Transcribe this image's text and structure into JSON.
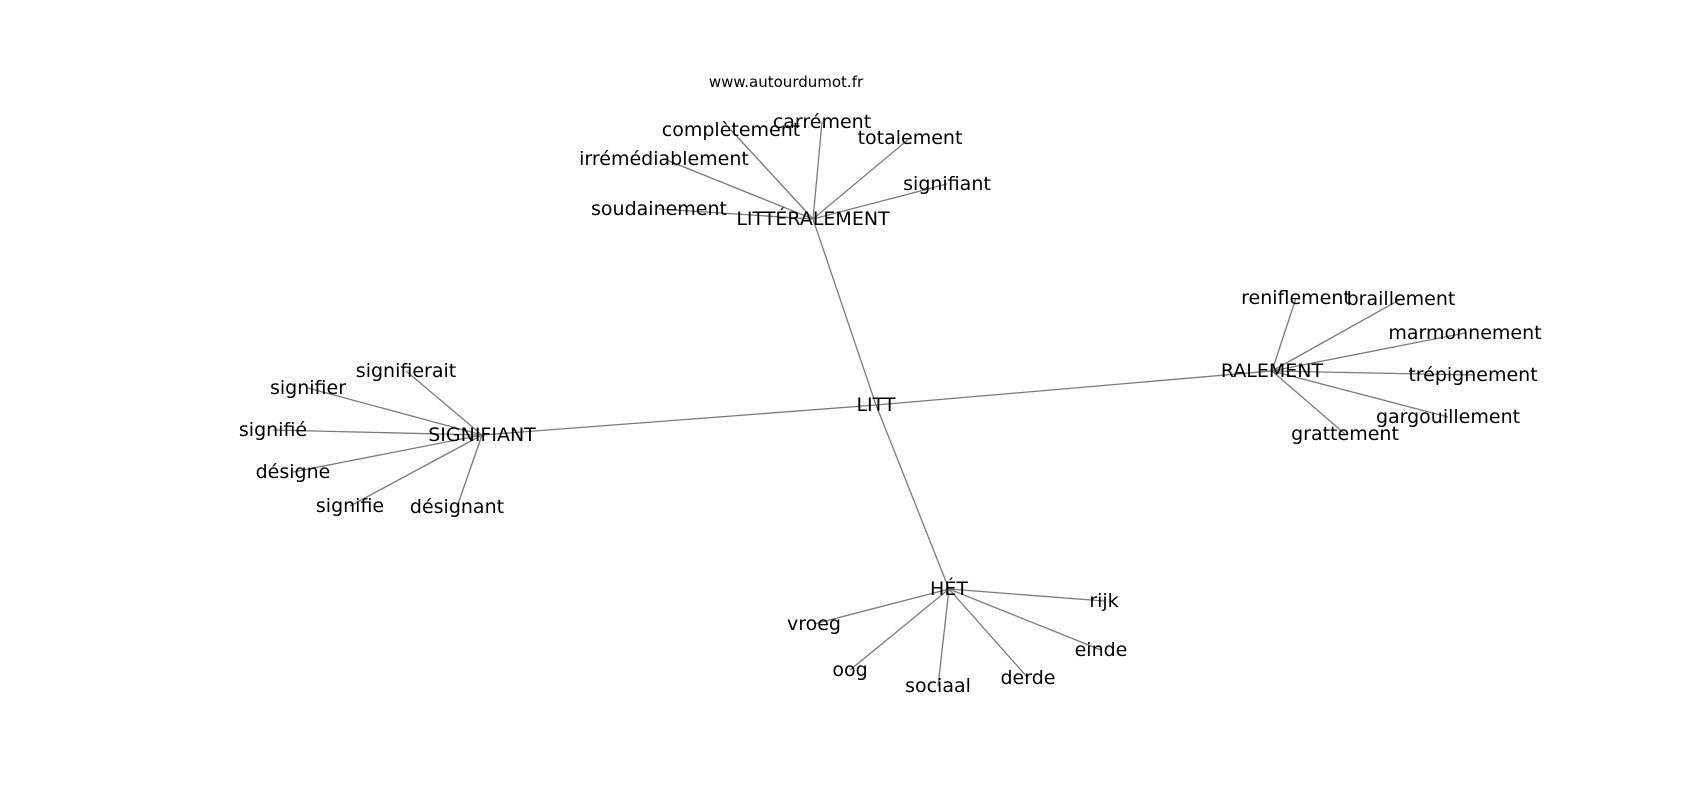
{
  "source": "www.autourdumot.fr",
  "graph": {
    "root": "LITT",
    "hubs": [
      {
        "label": "LITTÉRALEMENT",
        "children": [
          "complètement",
          "carrément",
          "totalement",
          "irrémédiablement",
          "signifiant",
          "soudainement"
        ]
      },
      {
        "label": "RALEMENT",
        "children": [
          "reniflement",
          "braillement",
          "marmonnement",
          "trépignement",
          "gargouillement",
          "grattement"
        ]
      },
      {
        "label": "SIGNIFIANT",
        "children": [
          "signifierait",
          "signifier",
          "signifié",
          "désigne",
          "signifie",
          "désignant"
        ]
      },
      {
        "label": "HÉT",
        "children": [
          "rijk",
          "vroeg",
          "einde",
          "oog",
          "sociaal",
          "derde"
        ]
      }
    ]
  }
}
